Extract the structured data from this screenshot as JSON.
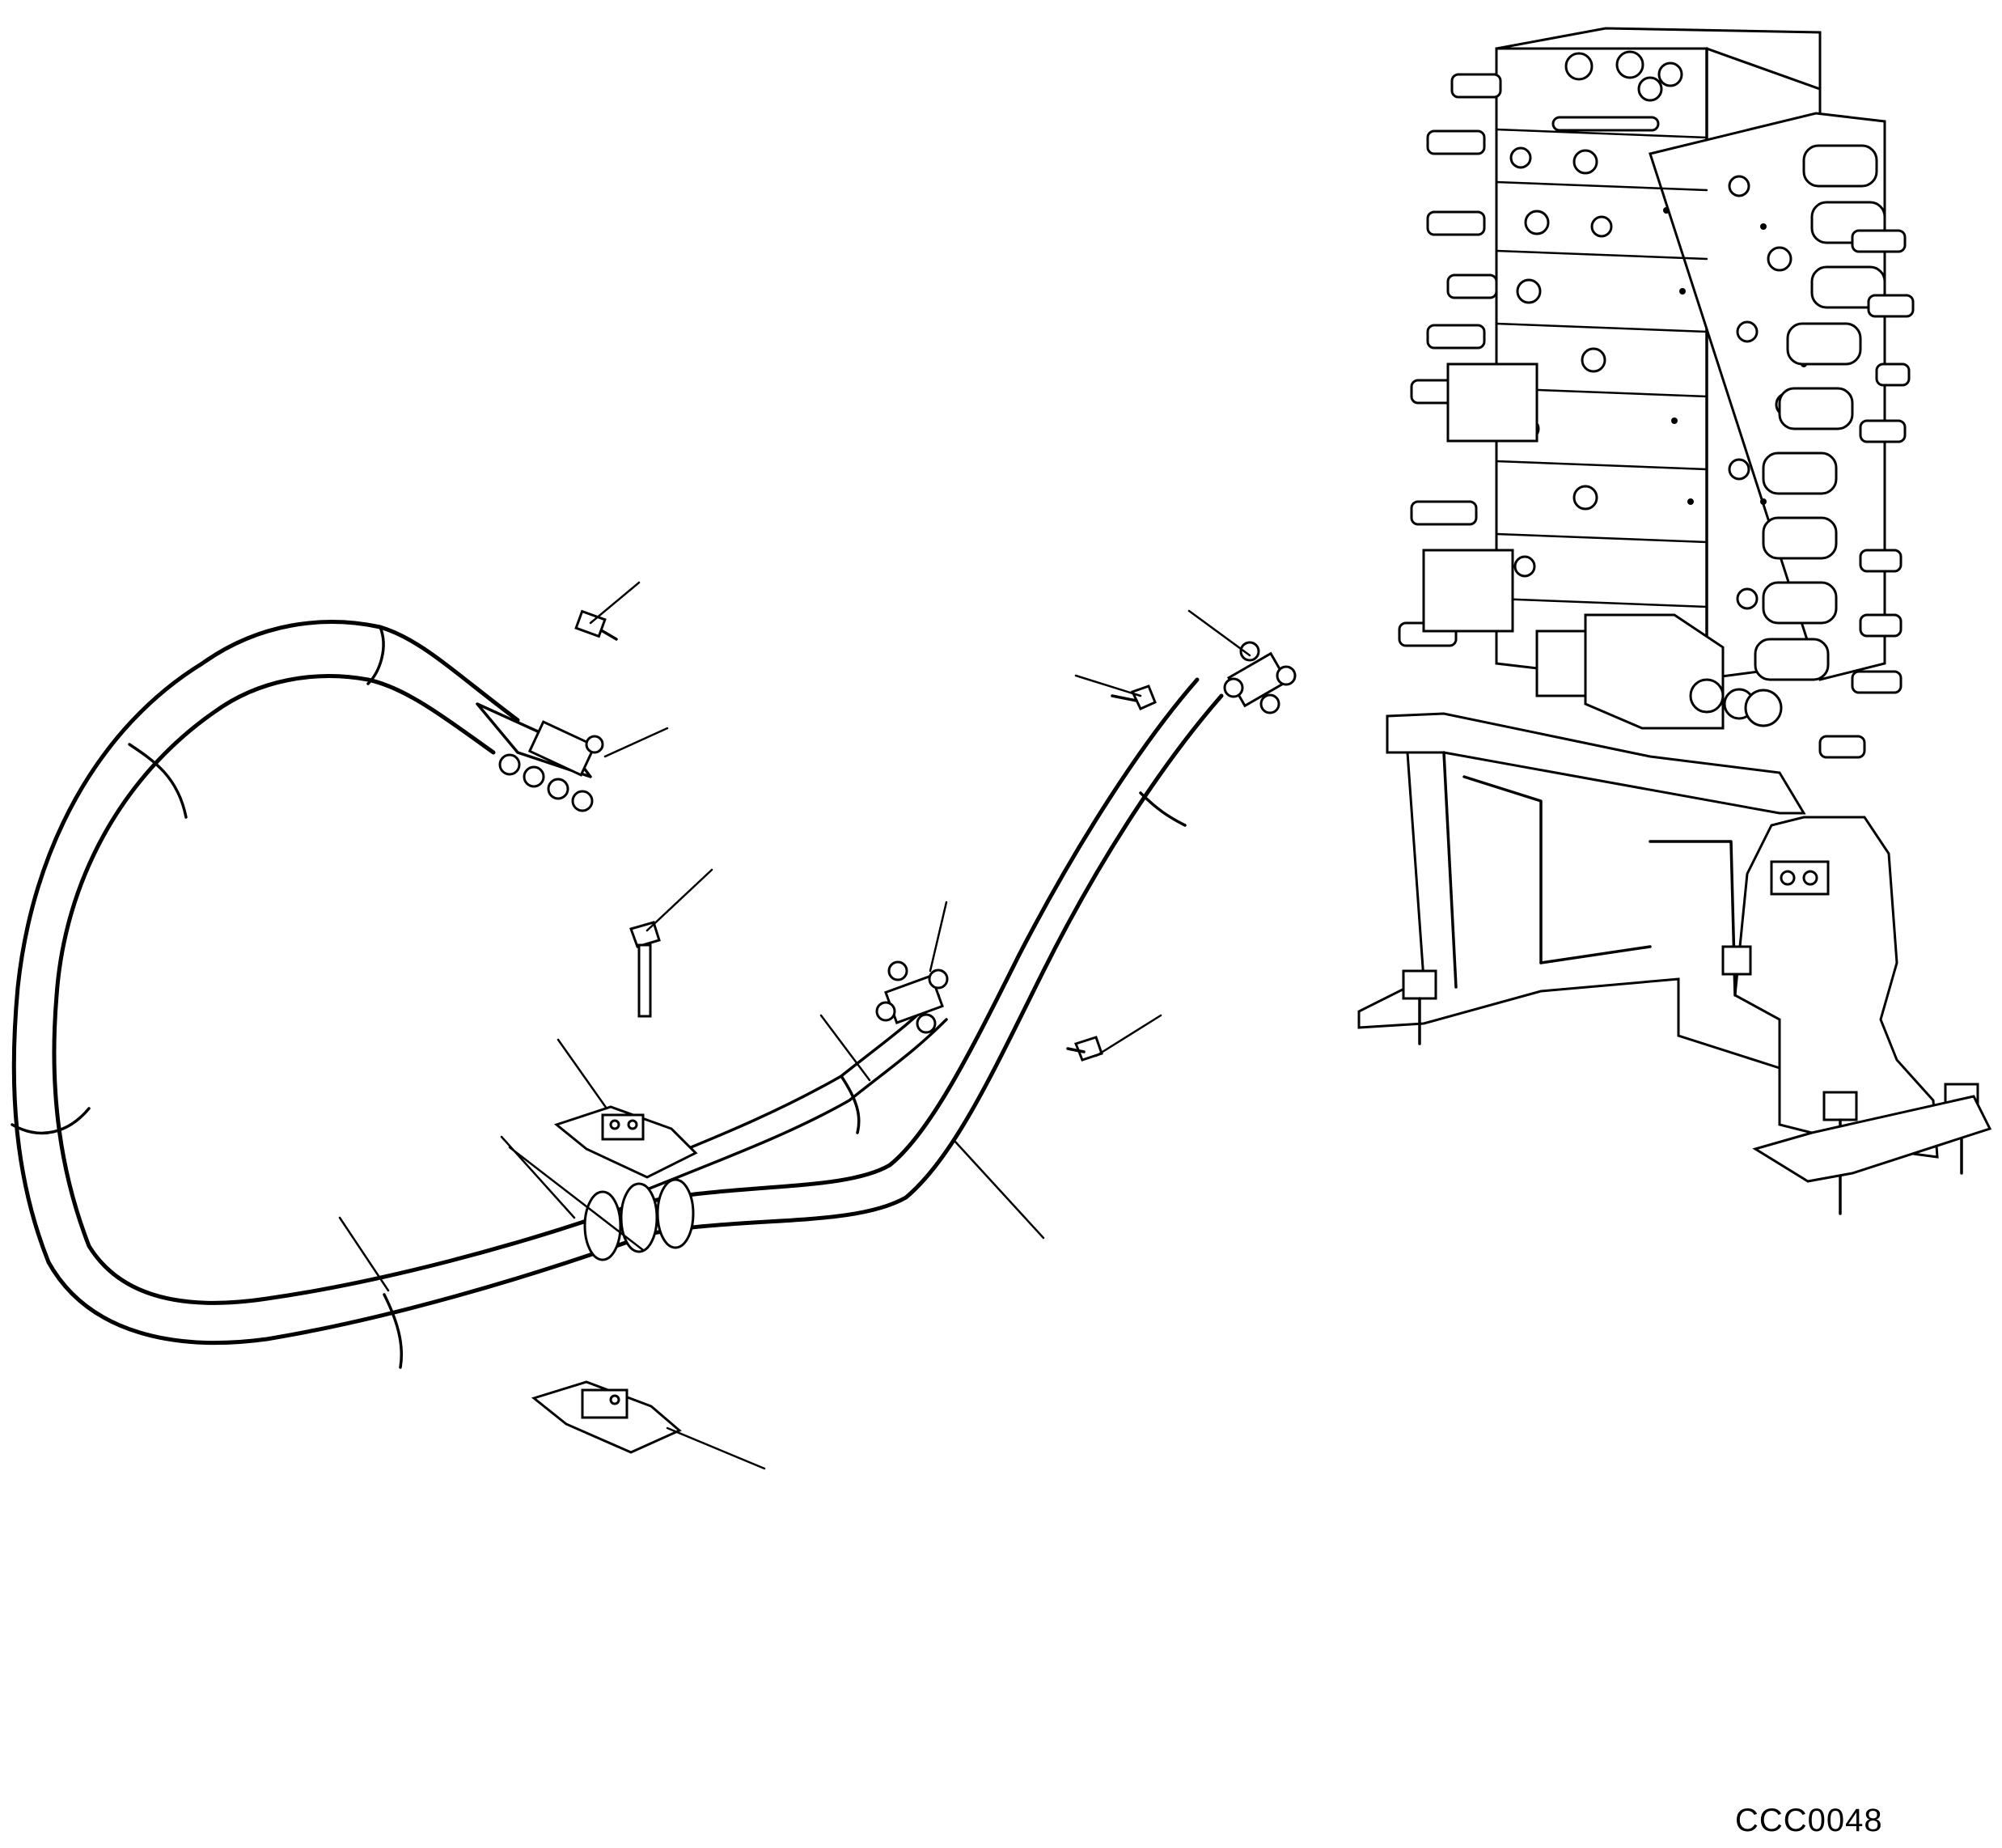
{
  "figure": {
    "drawing_code": "CCC0048"
  },
  "components": [
    "hose-assembly",
    "pipe-assembly",
    "flange-clamp",
    "bolt",
    "clip",
    "clamp-bracket",
    "control-valve",
    "valve-mounting-frame"
  ]
}
